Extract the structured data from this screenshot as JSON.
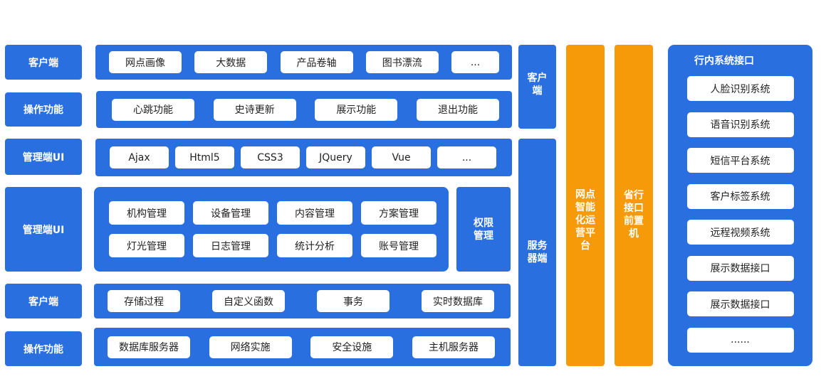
{
  "rows": [
    {
      "label": "客户端",
      "items": [
        "网点画像",
        "大数据",
        "产品卷轴",
        "图书漂流",
        "..."
      ]
    },
    {
      "label": "操作功能",
      "items": [
        "心跳功能",
        "史诗更新",
        "展示功能",
        "退出功能"
      ]
    },
    {
      "label": "管理端UI",
      "items": [
        "Ajax",
        "Html5",
        "CSS3",
        "JQuery",
        "Vue",
        "..."
      ]
    },
    {
      "label": "管理端UI",
      "items": [
        "机构管理",
        "设备管理",
        "内容管理",
        "方案管理",
        "灯光管理",
        "日志管理",
        "统计分析",
        "账号管理"
      ],
      "side": "权限\n管理"
    },
    {
      "label": "客户端",
      "items": [
        "存储过程",
        "自定义函数",
        "事务",
        "实时数据库"
      ]
    },
    {
      "label": "操作功能",
      "items": [
        "数据库服务器",
        "网络实施",
        "安全设施",
        "主机服务器"
      ]
    }
  ],
  "columns": {
    "client": "客户\n端",
    "server": "服务\n器端",
    "platform": "网点\n智能\n化运\n营平\n台",
    "frontend": "省行\n接口\n前置\n机"
  },
  "interfaces": {
    "title": "行内系统接口",
    "items": [
      "人脸识别系统",
      "语音识别系统",
      "短信平台系统",
      "客户标签系统",
      "远程视频系统",
      "展示数据接口",
      "展示数据接口",
      "......"
    ]
  },
  "colors": {
    "blue": "#2a6fe0",
    "orange": "#f79a0a"
  }
}
